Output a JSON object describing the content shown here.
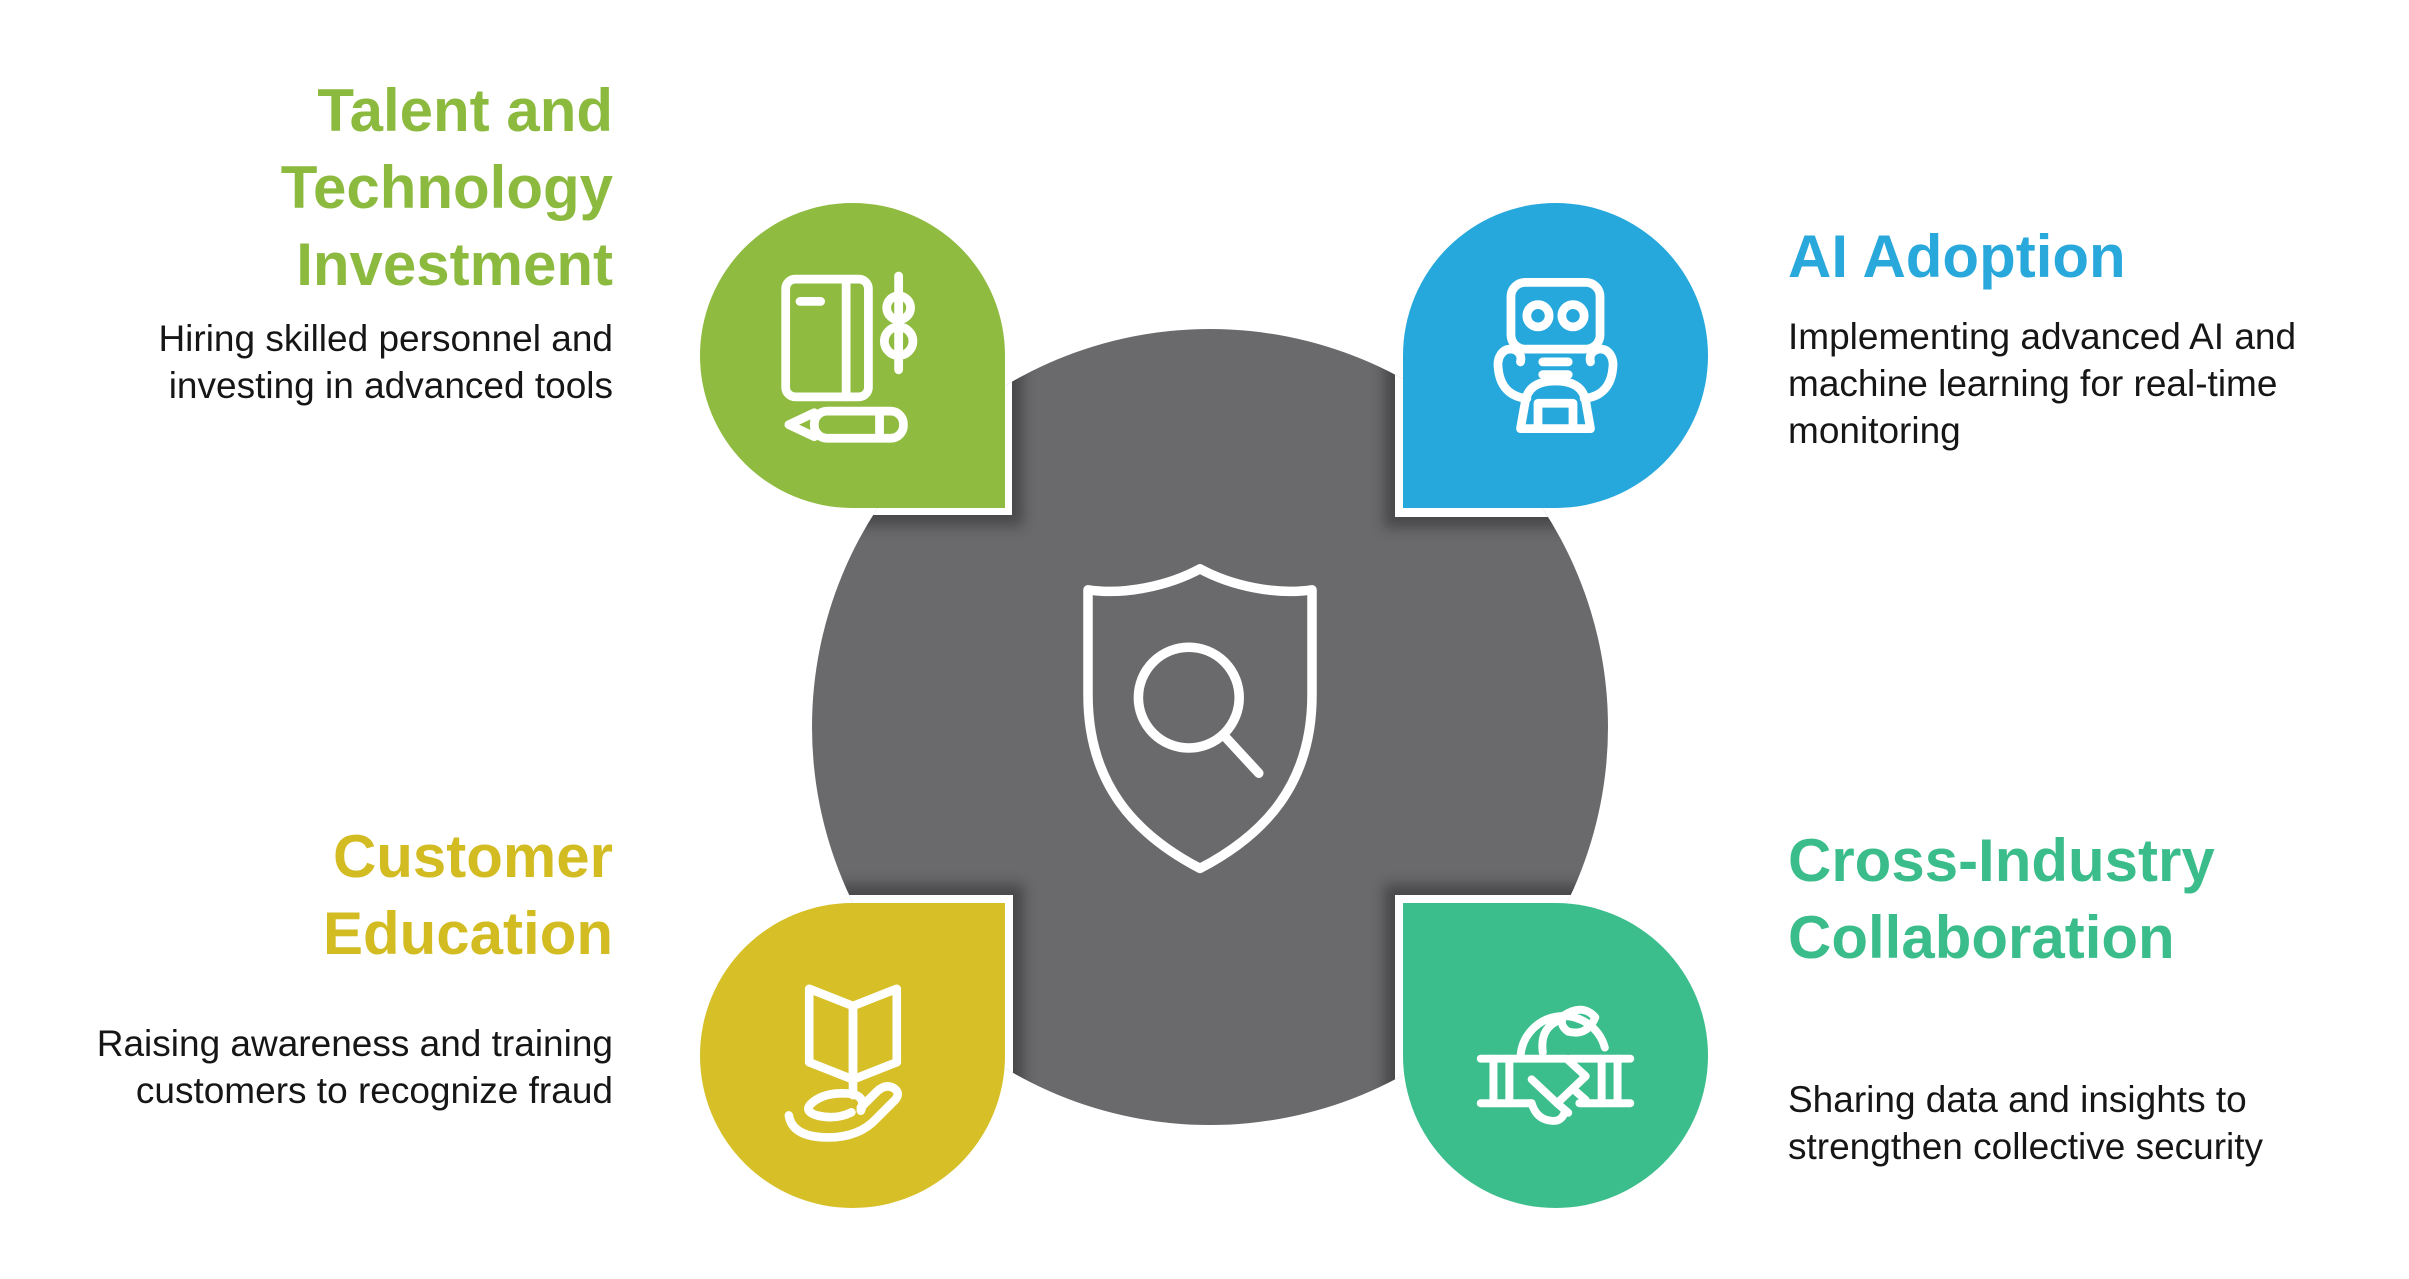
{
  "colors": {
    "green": "#8fbb40",
    "blue": "#27a8dc",
    "yellow": "#d6bf27",
    "teal": "#3cbe8c",
    "gray": "#6a6a6d",
    "green_text": "#8cba3e",
    "blue_text": "#29a8dc",
    "yellow_text": "#d2bc22",
    "teal_text": "#3bbd8b",
    "desc_text": "#161616"
  },
  "center": {
    "icon": "shield-magnifier-icon"
  },
  "quadrants": {
    "talent": {
      "icon": "notebook-pen-icon",
      "title_lines": [
        "Talent and",
        "Technology",
        "Investment"
      ],
      "desc_lines": [
        "Hiring skilled personnel and",
        "investing in advanced tools"
      ]
    },
    "ai": {
      "icon": "robot-icon",
      "title_lines": [
        "AI Adoption"
      ],
      "desc_lines": [
        "Implementing advanced AI and",
        "machine learning for real-time",
        "monitoring"
      ]
    },
    "customer": {
      "icon": "open-book-hand-icon",
      "title_lines": [
        "Customer",
        "Education"
      ],
      "desc_lines": [
        "Raising awareness and training",
        "customers to recognize fraud"
      ]
    },
    "collab": {
      "icon": "globe-handshake-icon",
      "title_lines": [
        "Cross-Industry",
        "Collaboration"
      ],
      "desc_lines": [
        "Sharing data and insights to",
        "strengthen collective security"
      ]
    }
  }
}
